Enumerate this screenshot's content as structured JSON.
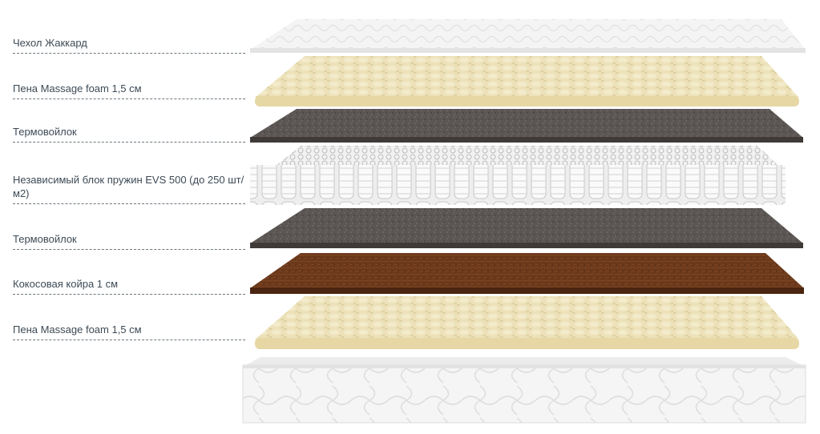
{
  "layers": [
    {
      "label": "Чехол Жаккард",
      "material": "jacquard-cover",
      "color": "#f1f1f1"
    },
    {
      "label": "Пена Massage foam 1,5 см",
      "material": "massage-foam",
      "color": "#ebdfb5"
    },
    {
      "label": "Термовойлок",
      "material": "thermo-felt",
      "color": "#5a5452"
    },
    {
      "label": "Независимый блок пружин EVS 500 (до 250 шт/м2)",
      "material": "spring-block",
      "color": "#e8e8e8"
    },
    {
      "label": "Термовойлок",
      "material": "thermo-felt",
      "color": "#5a5452"
    },
    {
      "label": "Кокосовая койра 1 см",
      "material": "coconut-coir",
      "color": "#6b3a1c"
    },
    {
      "label": "Пена Massage foam 1,5 см",
      "material": "massage-foam",
      "color": "#ebdfb5"
    }
  ]
}
